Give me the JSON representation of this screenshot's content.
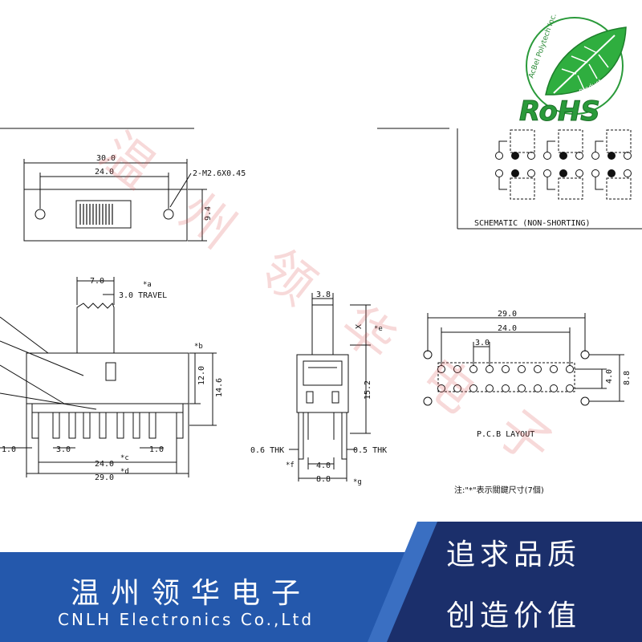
{
  "rohs": {
    "text": "RoHS",
    "ring_top": "AcBel Polytech Inc.",
    "ring_bottom": "Green Product"
  },
  "top_view": {
    "dim_overall": "30.0",
    "dim_holes": "24.0",
    "screw_note": "2-M2.6X0.45",
    "dim_height": "9.4"
  },
  "schematic": {
    "caption": "SCHEMATIC (NON-SHORTING)"
  },
  "side_view": {
    "dim_actuator": "7.0",
    "travel": "3.0 TRAVEL",
    "ref_a": "*a",
    "ref_b": "*b",
    "dim_body": "12.0",
    "dim_total": "14.6",
    "dim_pitch": "3.0",
    "dim_left": "1.0",
    "dim_right": "1.0",
    "dim_24": "24.0",
    "ref_c": "*c",
    "dim_29": "29.0",
    "ref_d": "*d"
  },
  "end_view": {
    "dim_knob": "3.8",
    "dim_x": "X",
    "ref_e": "*e",
    "dim_15": "15.2",
    "thk_left": "0.6 THK",
    "thk_right": "0.5 THK",
    "ref_f": "*f",
    "dim_40": "4.0",
    "dim_88": "8.8",
    "ref_g": "*g"
  },
  "pcb": {
    "dim_29": "29.0",
    "dim_24": "24.0",
    "dim_30": "3.0",
    "dim_40": "4.0",
    "dim_88": "8.8",
    "caption": "P.C.B LAYOUT",
    "note": "注:\"*\"表示關鍵尺寸(7個)"
  },
  "watermark": {
    "chars": [
      "温",
      "州",
      "领",
      "华",
      "电",
      "子"
    ]
  },
  "banner": {
    "company_cn": "温州领华电子",
    "company_en": "CNLH Electronics Co.,Ltd",
    "slogan_1": "追求品质",
    "slogan_2": "创造价值",
    "color_blue": "#1e4f9e",
    "color_dark": "#1b2f6b"
  }
}
